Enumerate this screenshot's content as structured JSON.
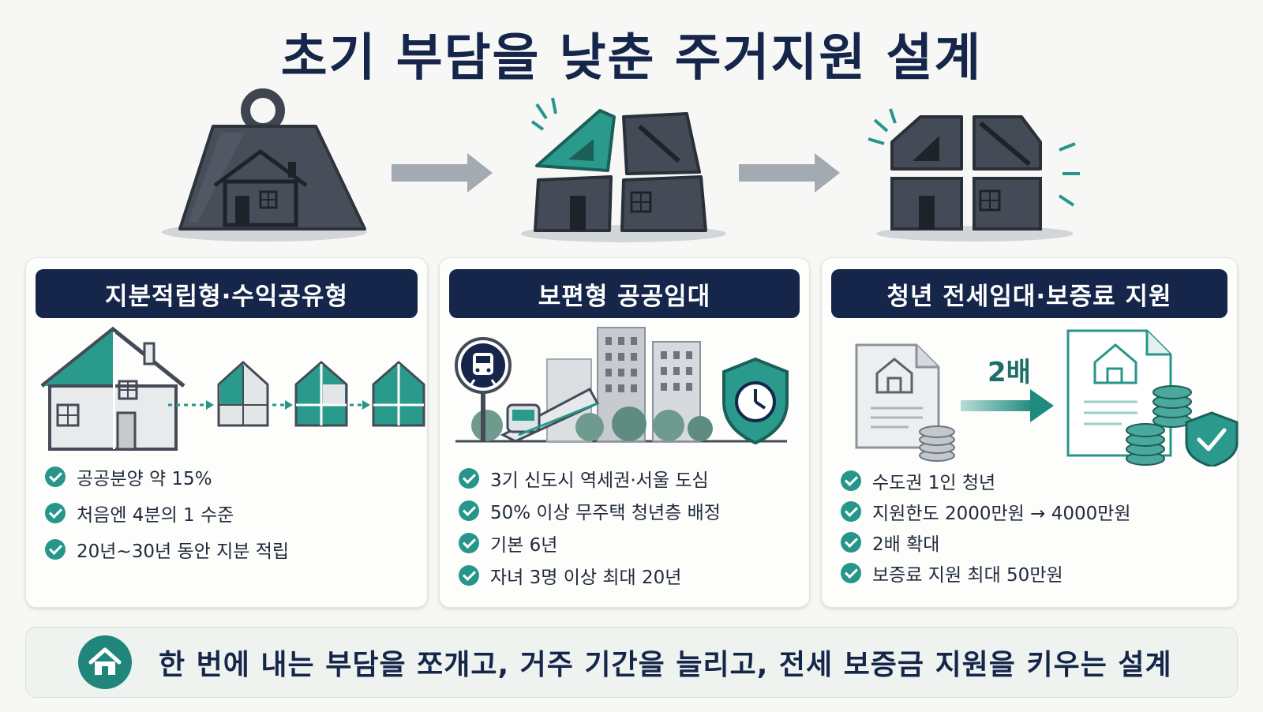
{
  "title": "초기 부담을 낮춘 주거지원 설계",
  "colors": {
    "navy": "#15264a",
    "teal": "#27968a",
    "dark_stone": "#434a55",
    "background": "#f7f8f6"
  },
  "cards": [
    {
      "header": "지분적립형·수익공유형",
      "icons": [
        "house-partial-share-icon"
      ],
      "items": [
        "공공분양 약 15%",
        "처음엔 4분의 1 수준",
        "20년~30년 동안 지분 적립"
      ]
    },
    {
      "header": "보편형 공공임대",
      "icons": [
        "train-station-icon",
        "shield-clock-icon"
      ],
      "items": [
        "3기 신도시 역세권·서울 도심",
        "50% 이상 무주택 청년층 배정",
        "기본 6년",
        "자녀 3명 이상 최대 20년"
      ]
    },
    {
      "header": "청년 전세임대·보증료 지원",
      "icons": [
        "document-coins-icon",
        "shield-check-icon"
      ],
      "multiplier_label": "2배",
      "items": [
        "수도권 1인 청년",
        "지원한도 2000만원 → 4000만원",
        "2배 확대",
        "보증료 지원 최대 50만원"
      ]
    }
  ],
  "banner": {
    "icon": "home-icon",
    "text": "한 번에 내는 부담을 쪼개고, 거주 기간을 늘리고, 전세 보증금 지원을 키우는 설계"
  }
}
